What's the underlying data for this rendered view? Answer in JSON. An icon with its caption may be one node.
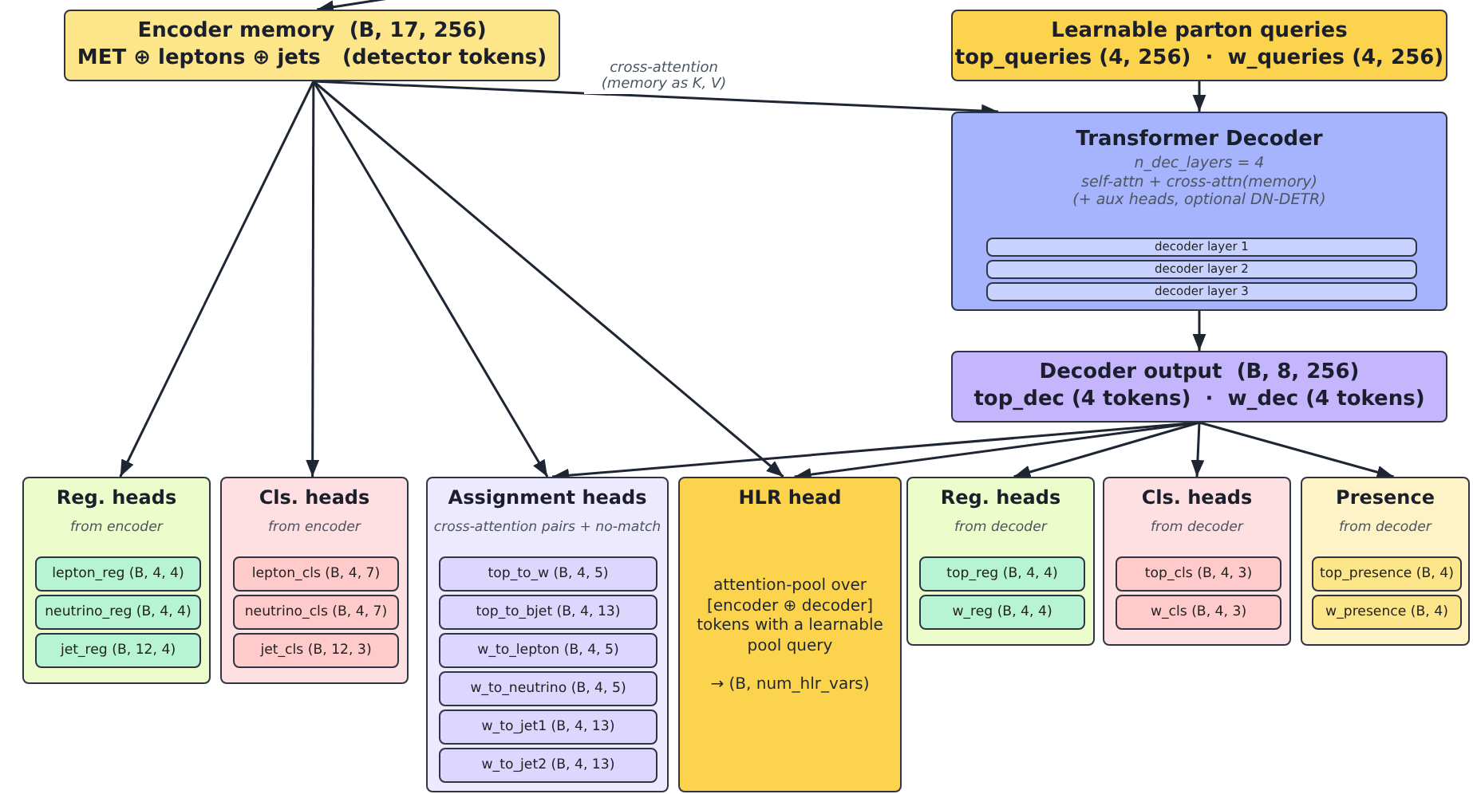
{
  "diagram": {
    "nodes": [
      {
        "text": [
          "Encoder memory  (B, 17, 256)",
          "MET ⊕ leptons ⊕ jets   (detector tokens)"
        ]
      },
      {
        "text": [
          "Learnable parton queries",
          "top_queries (4, 256)  ·  w_queries (4, 256)"
        ]
      },
      {
        "text": [
          "Transformer Decoder",
          "n_dec_layers = 4",
          "self-attn + cross-attn(memory)",
          "(+ aux heads, optional DN-DETR)"
        ]
      },
      {
        "text": [
          "decoder layer 1"
        ],
        "in": 2
      },
      {
        "text": [
          "decoder layer 2"
        ],
        "in": 2
      },
      {
        "text": [
          "decoder layer 3"
        ],
        "in": 2
      },
      {
        "text": [
          "Decoder output  (B, 8, 256)",
          "top_dec (4 tokens)  ·  w_dec (4 tokens)"
        ]
      },
      {
        "text": [
          "Reg. heads",
          "from encoder"
        ]
      },
      {
        "text": [
          "lepton_reg (B, 4, 4)"
        ],
        "in": 7
      },
      {
        "text": [
          "neutrino_reg (B, 4, 4)"
        ],
        "in": 7
      },
      {
        "text": [
          "jet_reg (B, 12, 4)"
        ],
        "in": 7
      },
      {
        "text": [
          "Cls. heads",
          "from encoder"
        ]
      },
      {
        "text": [
          "lepton_cls (B, 4, 7)"
        ],
        "in": 11
      },
      {
        "text": [
          "neutrino_cls (B, 4, 7)"
        ],
        "in": 11
      },
      {
        "text": [
          "jet_cls (B, 12, 3)"
        ],
        "in": 11
      },
      {
        "text": [
          "Assignment heads",
          "cross-attention pairs + no-match"
        ]
      },
      {
        "text": [
          "top_to_w (B, 4, 5)"
        ],
        "in": 15
      },
      {
        "text": [
          "top_to_bjet (B, 4, 13)"
        ],
        "in": 15
      },
      {
        "text": [
          "w_to_lepton (B, 4, 5)"
        ],
        "in": 15
      },
      {
        "text": [
          "w_to_neutrino (B, 4, 5)"
        ],
        "in": 15
      },
      {
        "text": [
          "w_to_jet1 (B, 4, 13)"
        ],
        "in": 15
      },
      {
        "text": [
          "w_to_jet2 (B, 4, 13)"
        ],
        "in": 15
      },
      {
        "text": [
          "HLR head",
          "attention-pool over [encoder ⊕ decoder] tokens with a learnable pool query",
          "→ (B, num_hlr_vars)"
        ]
      },
      {
        "text": [
          "Reg. heads",
          "from decoder"
        ]
      },
      {
        "text": [
          "top_reg (B, 4, 4)"
        ],
        "in": 23
      },
      {
        "text": [
          "w_reg (B, 4, 4)"
        ],
        "in": 23
      },
      {
        "text": [
          "Cls. heads",
          "from decoder"
        ]
      },
      {
        "text": [
          "top_cls (B, 4, 3)"
        ],
        "in": 26
      },
      {
        "text": [
          "w_cls (B, 4, 3)"
        ],
        "in": 26
      },
      {
        "text": [
          "Presence",
          "from decoder"
        ]
      },
      {
        "text": [
          "top_presence (B, 4)"
        ],
        "in": 29
      },
      {
        "text": [
          "w_presence (B, 4)"
        ],
        "in": 29
      }
    ],
    "edges": [
      {
        "from": null,
        "to": 0,
        "arrow": "to"
      },
      {
        "from": 0,
        "to": 7,
        "arrow": "to"
      },
      {
        "from": 0,
        "to": 11,
        "arrow": "to"
      },
      {
        "from": 0,
        "to": 15,
        "arrow": "to"
      },
      {
        "from": 0,
        "to": 22,
        "arrow": "to"
      },
      {
        "from": 0,
        "to": 2,
        "arrow": "to",
        "label": "cross-attention (memory as K, V)"
      },
      {
        "from": 1,
        "to": 2,
        "arrow": "to"
      },
      {
        "from": 2,
        "to": 6,
        "arrow": "to"
      },
      {
        "from": 6,
        "to": 15,
        "arrow": "to"
      },
      {
        "from": 6,
        "to": 22,
        "arrow": "to"
      },
      {
        "from": 6,
        "to": 23,
        "arrow": "to"
      },
      {
        "from": 6,
        "to": 26,
        "arrow": "to"
      },
      {
        "from": 6,
        "to": 29,
        "arrow": "to"
      }
    ]
  }
}
